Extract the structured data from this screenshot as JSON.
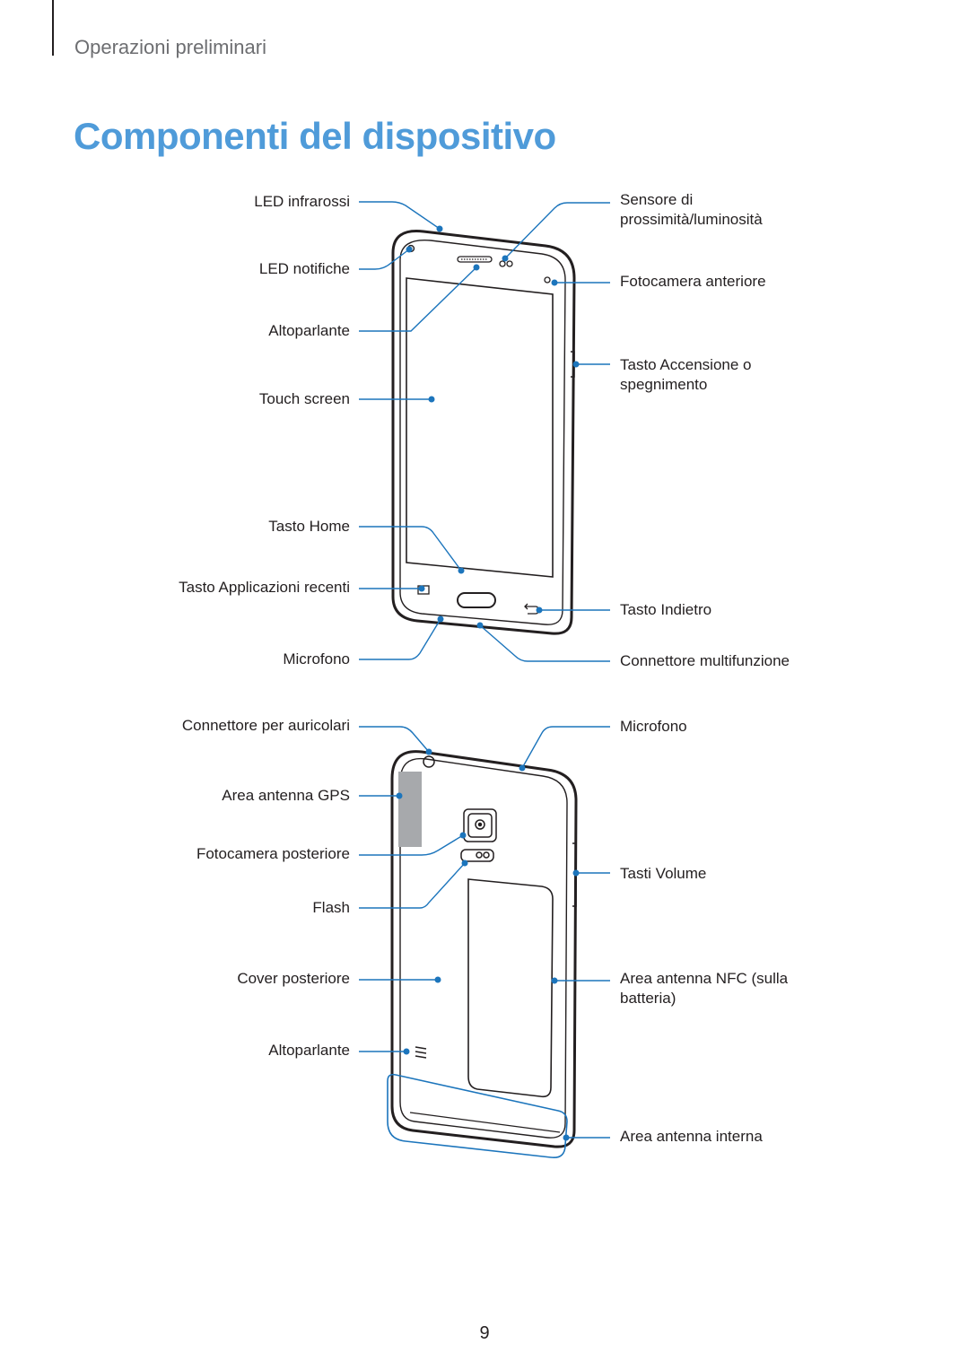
{
  "header": {
    "section": "Operazioni preliminari",
    "title": "Componenti del dispositivo"
  },
  "front": {
    "left_labels": [
      "LED infrarossi",
      "LED notifiche",
      "Altoparlante",
      "Touch screen",
      "Tasto Home",
      "Tasto Applicazioni recenti",
      "Microfono"
    ],
    "right_labels": [
      "Sensore di prossimità/luminosità",
      "Fotocamera anteriore",
      "Tasto Accensione o spegnimento",
      "Tasto Indietro",
      "Connettore multifunzione"
    ]
  },
  "back": {
    "left_labels": [
      "Connettore per auricolari",
      "Area antenna GPS",
      "Fotocamera posteriore",
      "Flash",
      "Cover posteriore",
      "Altoparlante"
    ],
    "right_labels": [
      "Microfono",
      "Tasti Volume",
      "Area antenna NFC (sulla batteria)",
      "Area antenna interna"
    ]
  },
  "page_number": "9",
  "colors": {
    "accent": "#4f9bd9",
    "callout": "#1c75bc",
    "text": "#231f20",
    "section": "#6d6e71"
  }
}
